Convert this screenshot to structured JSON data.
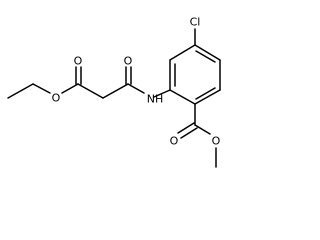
{
  "molecule": {
    "atoms": {
      "chlorine": "Cl",
      "amide_nitrogen": "NH",
      "ester_carbonyl_oxygen": "O",
      "ester_ether_oxygen": "O",
      "amide_carbonyl_oxygen": "O",
      "methyl_ester_carbonyl_oxygen": "O",
      "methyl_ester_ether_oxygen": "O"
    }
  },
  "colors": {
    "bond": "#000000",
    "label": "#000000",
    "background": "#ffffff"
  }
}
